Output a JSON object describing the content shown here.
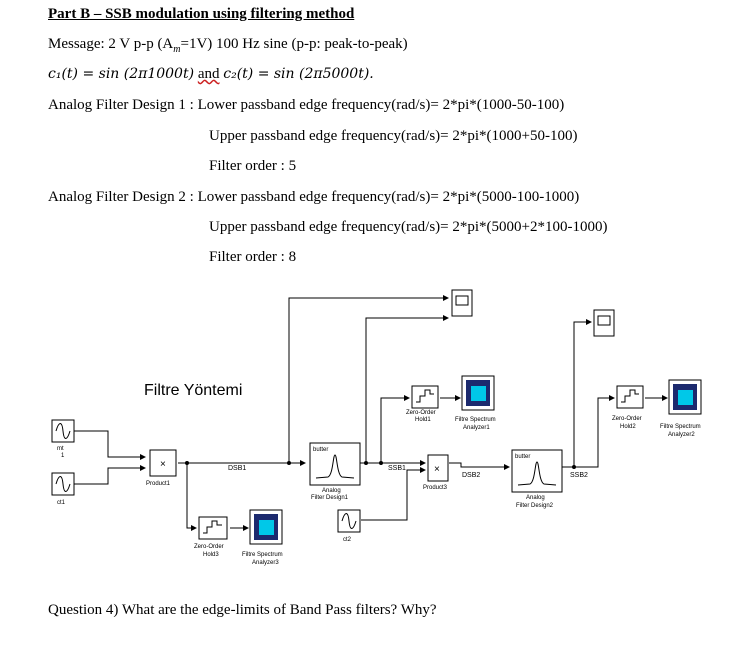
{
  "doc": {
    "title": "Part B – SSB modulation using filtering method",
    "message_line_a": "Message: 2 V p-p (A",
    "message_sub": "m",
    "message_line_b": "=1V) 100 Hz sine (p-p: peak-to-peak)",
    "carrier_c1": "c₁(t)  =  sin (2π1000t)",
    "carrier_and": "and",
    "carrier_c2": "c₂(t)  =  sin (2π5000t).",
    "design1_label": "Analog Filter Design 1 : Lower passband edge frequency(rad/s)= 2*pi*(1000-50-100)",
    "design1_upper": "Upper passband edge frequency(rad/s)= 2*pi*(1000+50-100)",
    "design1_order": "Filter order : 5",
    "design2_label": "Analog Filter Design 2 : Lower passband edge frequency(rad/s)= 2*pi*(5000-100-1000)",
    "design2_upper": "Upper passband edge frequency(rad/s)= 2*pi*(5000+2*100-1000)",
    "design2_order": "Filter order : 8",
    "question": "Question 4) What are the edge-limits of Band Pass filters? Why?"
  },
  "diagram": {
    "area_title": "Filtre Yöntemi",
    "blocks": {
      "mt": "mt",
      "mt_value": "1",
      "ct1": "ct1",
      "ct2": "ct2",
      "product1": "Product1",
      "product3": "Product3",
      "multiply_symbol": "×",
      "filter1_top": "butter",
      "filter1_name_1": "Analog",
      "filter1_name_2": "Filter Design1",
      "filter2_top": "butter",
      "filter2_name_1": "Analog",
      "filter2_name_2": "Filter Design2",
      "zoh1_1": "Zero-Order",
      "zoh1_2": "Hold1",
      "zoh2_1": "Zero-Order",
      "zoh2_2": "Hold2",
      "zoh3_1": "Zero-Order",
      "zoh3_2": "Hold3",
      "fsa1_1": "Filtre Spectrum",
      "fsa1_2": "Analyzer1",
      "fsa2_1": "Filtre Spectrum",
      "fsa2_2": "Analyzer2",
      "fsa3_1": "Filtre Spectrum",
      "fsa3_2": "Analyzer3"
    },
    "signals": {
      "dsb1": "DSB1",
      "ssb1": "SSB1",
      "dsb2": "DSB2",
      "ssb2": "SSB2"
    },
    "colors": {
      "spectrum_fill": "#00c8e8",
      "spectrum_bg": "#1c2a6e",
      "line": "#000000",
      "block_border": "#000000"
    }
  }
}
